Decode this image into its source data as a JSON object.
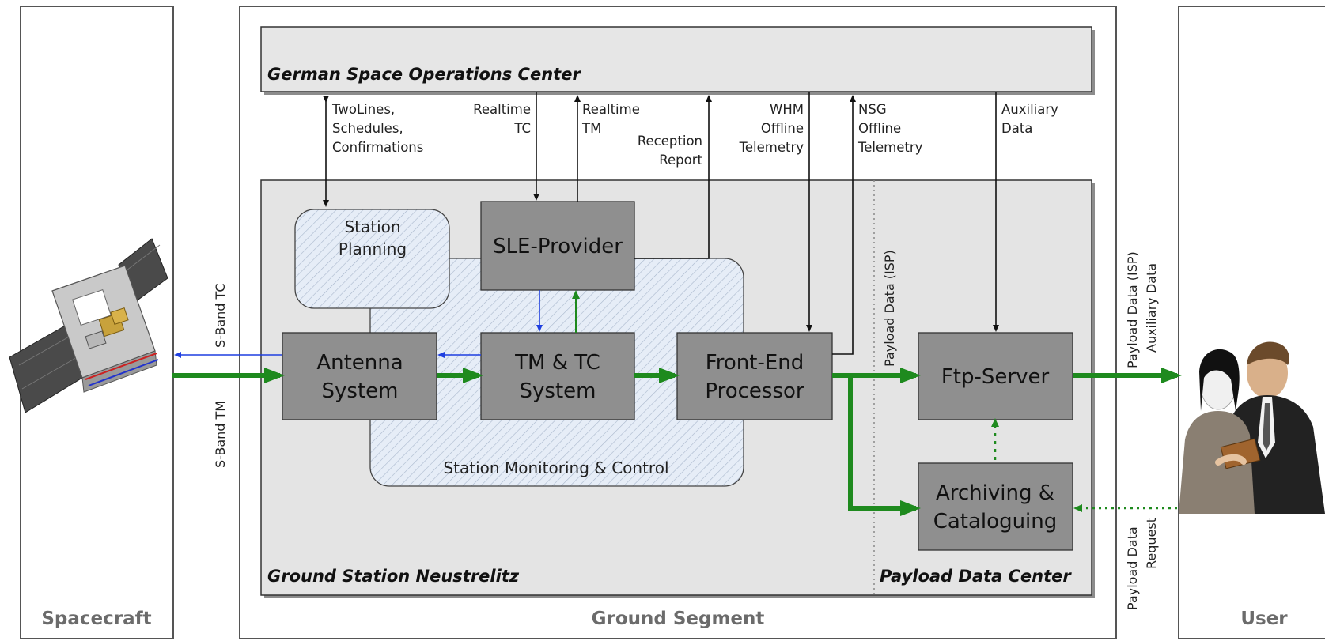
{
  "panels": {
    "spacecraft": "Spacecraft",
    "ground_segment": "Ground Segment",
    "user": "User"
  },
  "regions": {
    "gsoc": "German Space Operations Center",
    "ground_station": "Ground Station Neustrelitz",
    "payload_center": "Payload Data Center"
  },
  "boxes": {
    "sle_provider": "SLE-Provider",
    "antenna_1": "Antenna",
    "antenna_2": "System",
    "tmtc_1": "TM & TC",
    "tmtc_2": "System",
    "fep_1": "Front-End",
    "fep_2": "Processor",
    "ftp": "Ftp-Server",
    "archiving_1": "Archiving &",
    "archiving_2": "Cataloguing",
    "station_planning_1": "Station",
    "station_planning_2": "Planning",
    "station_mc": "Station Monitoring & Control"
  },
  "flow_labels": {
    "twolines_1": "TwoLines,",
    "twolines_2": "Schedules,",
    "twolines_3": "Confirmations",
    "rt_tc_1": "Realtime",
    "rt_tc_2": "TC",
    "rt_tm_1": "Realtime",
    "rt_tm_2": "TM",
    "reception_1": "Reception",
    "reception_2": "Report",
    "whm_1": "WHM",
    "whm_2": "Offline",
    "whm_3": "Telemetry",
    "nsg_1": "NSG",
    "nsg_2": "Offline",
    "nsg_3": "Telemetry",
    "aux_1": "Auxiliary",
    "aux_2": "Data",
    "sband_tc": "S-Band TC",
    "sband_tm": "S-Band TM",
    "payload_isp": "Payload Data (ISP)",
    "payload_out_1": "Payload Data (ISP)",
    "payload_out_2": "Auxiliary Data",
    "payload_req_1": "Payload Data",
    "payload_req_2": "Request"
  },
  "colors": {
    "green_flow": "#1e8a1e",
    "blue_flow": "#1f3fe0",
    "box_fill": "#8f8f8f",
    "region_fill": "#e4e4e4"
  }
}
